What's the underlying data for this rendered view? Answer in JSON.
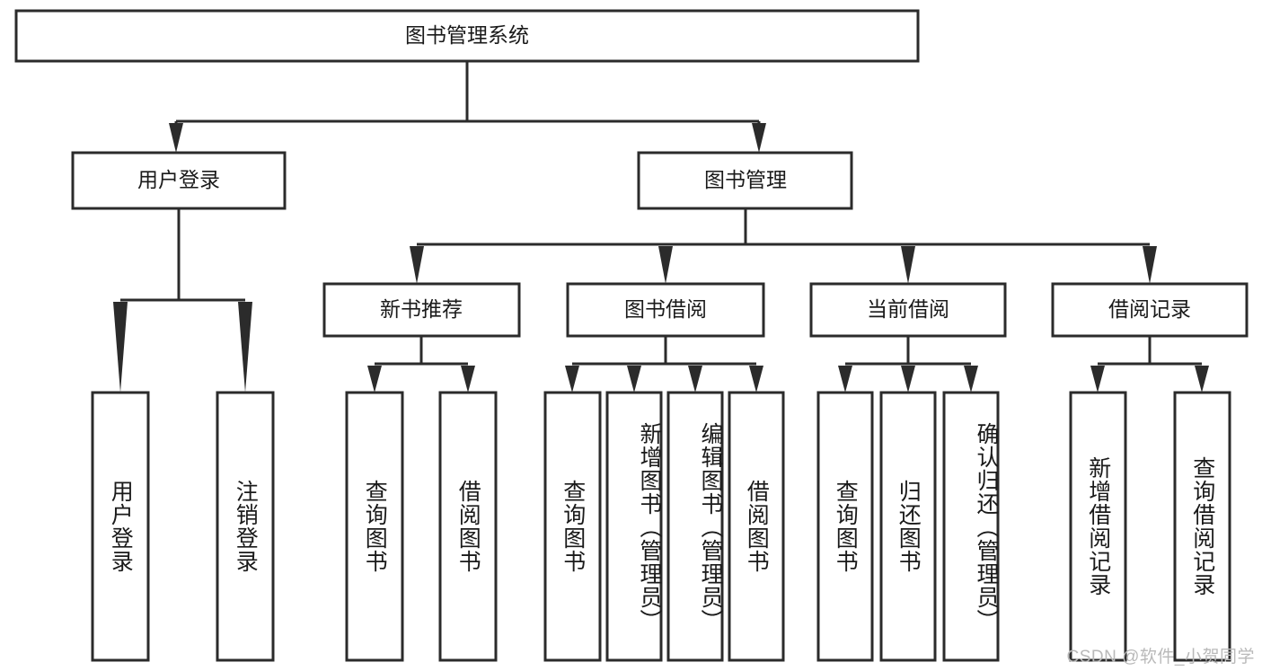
{
  "diagram": {
    "title": "图书管理系统",
    "type": "tree-hierarchy-diagram",
    "colors": {
      "box_stroke": "#2b2b2b",
      "box_fill": "#ffffff",
      "text": "#1a1a1a",
      "watermark": "#b9b9b9",
      "background": "#ffffff"
    },
    "root": {
      "label": "图书管理系统"
    },
    "level2": [
      {
        "label": "用户登录"
      },
      {
        "label": "图书管理"
      }
    ],
    "level3": [
      {
        "label": "新书推荐"
      },
      {
        "label": "图书借阅"
      },
      {
        "label": "当前借阅"
      },
      {
        "label": "借阅记录"
      }
    ],
    "leaves": {
      "user_login": [
        {
          "label": "用户登录"
        },
        {
          "label": "注销登录"
        }
      ],
      "new_book_recommend": [
        {
          "label": "查询图书"
        },
        {
          "label": "借阅图书"
        }
      ],
      "book_borrow": [
        {
          "label": "查询图书"
        },
        {
          "label": "新增图书（管理员）"
        },
        {
          "label": "编辑图书（管理员）"
        },
        {
          "label": "借阅图书"
        }
      ],
      "current_borrow": [
        {
          "label": "查询图书"
        },
        {
          "label": "归还图书"
        },
        {
          "label": "确认归还（管理员）"
        }
      ],
      "borrow_record": [
        {
          "label": "新增借阅记录"
        },
        {
          "label": "查询借阅记录"
        }
      ]
    }
  },
  "watermark": {
    "text": "CSDN @软件_小贺同学"
  }
}
